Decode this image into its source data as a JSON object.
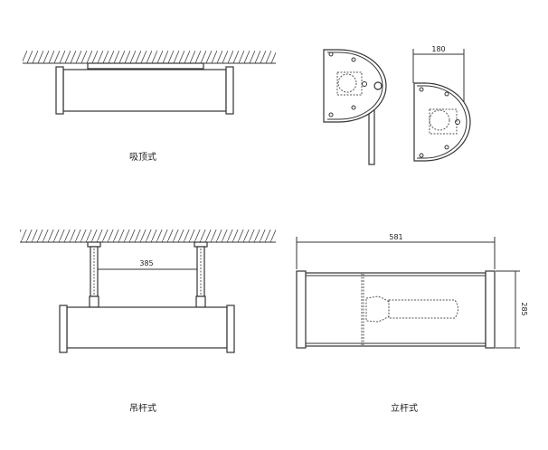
{
  "labels": {
    "ceiling_mount": "吸顶式",
    "pendant_mount": "吊杆式",
    "pole_mount": "立杆式"
  },
  "dimensions": {
    "depth": "180",
    "rod_spacing": "385",
    "length": "581",
    "height": "285"
  }
}
